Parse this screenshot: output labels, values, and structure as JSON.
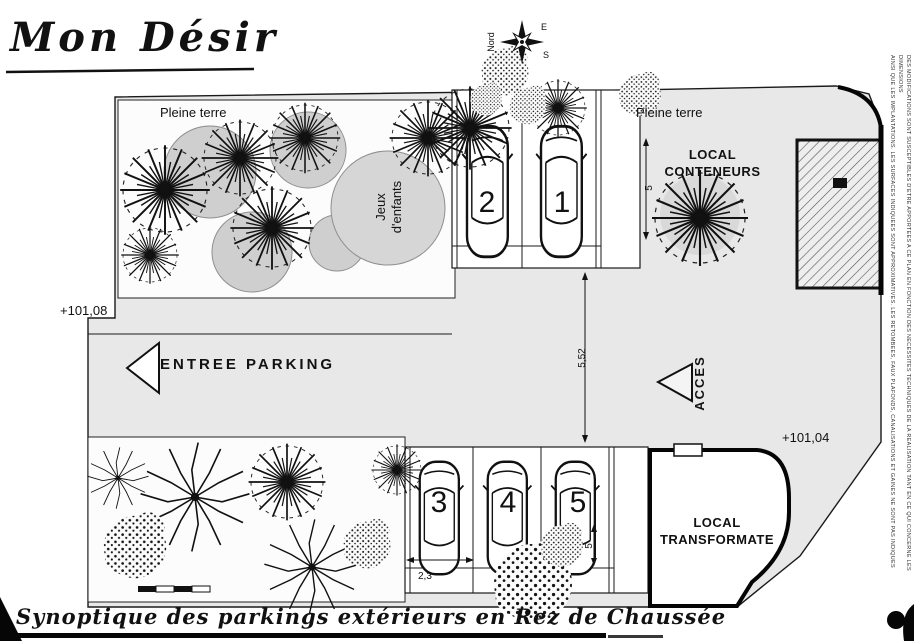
{
  "title": "Mon Désir",
  "caption": "Synoptique des parkings extérieurs en Rez de Chaussée",
  "compass": {
    "north_label": "Nord",
    "east": "E",
    "south": "S"
  },
  "areas": {
    "pleine_terre_left": "Pleine terre",
    "pleine_terre_right": "Pleine terre",
    "jeux_line1": "Jeux",
    "jeux_line2": "d'enfants",
    "local_conteneurs_line1": "LOCAL",
    "local_conteneurs_line2": "CONTENEURS",
    "local_transfo_line1": "LOCAL",
    "local_transfo_line2": "TRANSFORMATE"
  },
  "labels": {
    "entree_parking": "ENTREE PARKING",
    "acces": "ACCES",
    "level_up": "+101,08",
    "level_low": "+101,04"
  },
  "parking": {
    "top_spots": [
      "2",
      "1"
    ],
    "bottom_spots": [
      "3",
      "4",
      "5"
    ]
  },
  "dimensions": {
    "top_width": "5",
    "aisle": "5,52",
    "bottom_depth": "2,3",
    "bottom_width": "5"
  },
  "colors": {
    "paper": "#ffffff",
    "site_fill": "#e8e8e8",
    "canopy": "#cfcfcf",
    "ink": "#1a1a1a"
  },
  "margin_notes": [
    "DES MODIFICATIONS SONT SUSCEPTIBLES D'ETRE APPORTEES A CE PLAN EN FONCTION DES NECESSITES TECHNIQUES DE LA REALISATION TANT EN CE QUI CONCERNE LES DIMENSIONS",
    "AINSI QUE LES IMPLANTATIONS. LES SURFACES INDIQUEES SONT APPROXIMATIVES. LES RETOMBEES, FAUX PLAFONDS, CANALISATIONS ET GAINES NE SONT PAS INDIQUES"
  ]
}
